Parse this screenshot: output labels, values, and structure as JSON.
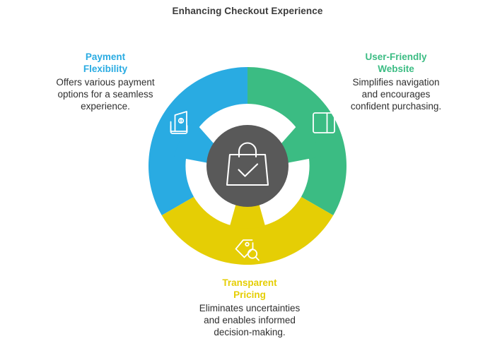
{
  "title": "Enhancing Checkout Experience",
  "colors": {
    "payment_blue": "#29ABE2",
    "website_green": "#3BBC83",
    "pricing_yellow": "#E5CE05",
    "hub_gray": "#595959",
    "title_gray": "#3b3b3b",
    "body_gray": "#2f2f2f",
    "background": "#ffffff"
  },
  "center": {
    "icon": "shopping-bag-check-icon"
  },
  "chart_data": {
    "type": "pie",
    "title": "Enhancing Checkout Experience",
    "legend_position": "around",
    "categories": [
      "Payment Flexibility",
      "User-Friendly Website",
      "Transparent Pricing"
    ],
    "values": [
      33.3,
      33.3,
      33.3
    ],
    "colors": [
      "#29ABE2",
      "#3BBC83",
      "#E5CE05"
    ],
    "start_angle": 90,
    "donut": true,
    "inner_radius_ratio": 0.63
  },
  "segments": [
    {
      "id": "payment-flexibility",
      "title": "Payment\nFlexibility",
      "title_line1": "Payment",
      "title_line2": "Flexibility",
      "body": "Offers various payment options for a seamless experience.",
      "color": "#29ABE2",
      "icon": "wallet-money-icon",
      "position": "left"
    },
    {
      "id": "user-friendly-website",
      "title": "User-Friendly\nWebsite",
      "title_line1": "User-Friendly",
      "title_line2": "Website",
      "body": "Simplifies navigation and encourages confident purchasing.",
      "color": "#3BBC83",
      "icon": "browser-window-icon",
      "position": "right"
    },
    {
      "id": "transparent-pricing",
      "title": "Transparent\nPricing",
      "title_line1": "Transparent",
      "title_line2": "Pricing",
      "body": "Eliminates uncertainties and enables informed decision-making.",
      "color": "#E5CE05",
      "icon": "price-tag-search-icon",
      "position": "bottom"
    }
  ]
}
